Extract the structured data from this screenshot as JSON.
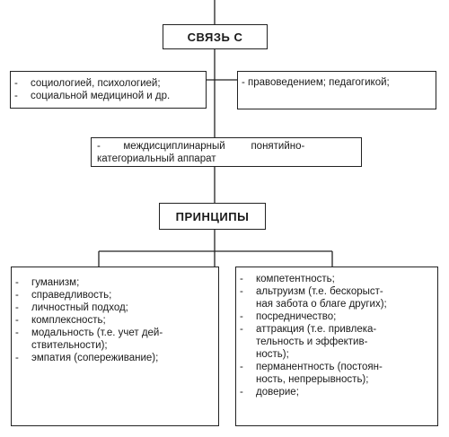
{
  "diagram": {
    "link_title": "СВЯЗЬ С",
    "left_links": [
      "социологией, психологией;",
      "социальной медициной и др."
    ],
    "right_link": "- правоведением; педагогикой;",
    "apparatus_line1": "-        междисциплинарный         понятийно-",
    "apparatus_line2": "категориальный аппарат",
    "principles_title": "ПРИНЦИПЫ",
    "left_principles": [
      "гуманизм;",
      "справедливость;",
      "личностный подход;",
      "комплексность;",
      "модальность (т.е. учет дей-",
      "ствительности);",
      "эмпатия (сопереживание);"
    ],
    "right_principles": [
      "компетентность;",
      "альтруизм (т.е. бескорыст-",
      "ная забота о благе других);",
      "посредничество;",
      "аттракция (т.е. привлека-",
      "тельность и эффектив-",
      "ность);",
      "перманентность (постоян-",
      "ность, непрерывность);",
      "доверие;"
    ]
  }
}
